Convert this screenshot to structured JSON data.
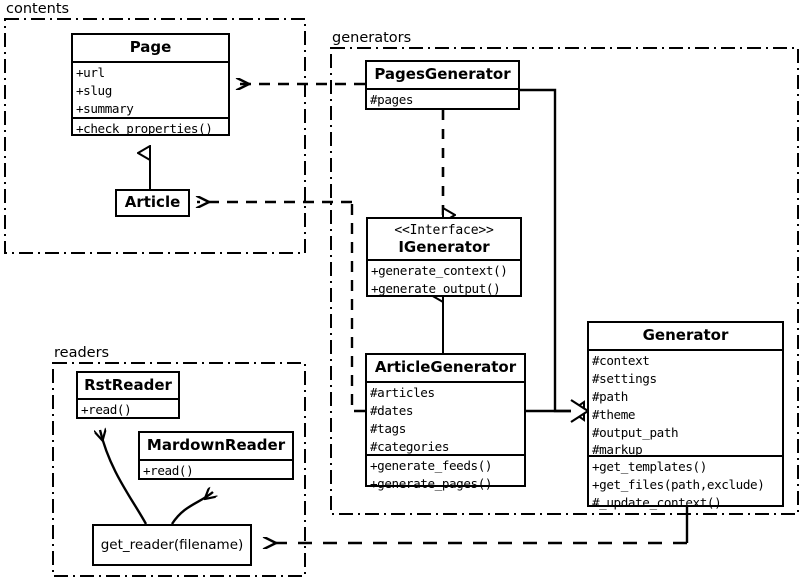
{
  "diagram": {
    "title": "Pelican architecture UML class diagram",
    "stroke_color": "#000000",
    "background_color": "#ffffff"
  },
  "packages": [
    {
      "id": "contents",
      "label": "contents"
    },
    {
      "id": "generators",
      "label": "generators"
    },
    {
      "id": "readers",
      "label": "readers"
    }
  ],
  "classes": {
    "page": {
      "name": "Page",
      "attributes": [
        "+url",
        "+slug",
        "+summary"
      ],
      "methods": [
        "+check_properties()"
      ]
    },
    "article": {
      "name": "Article",
      "attributes": [],
      "methods": []
    },
    "pages_generator": {
      "name": "PagesGenerator",
      "attributes": [
        "#pages"
      ],
      "methods": []
    },
    "igenerator": {
      "stereotype": "<<Interface>>",
      "name": "IGenerator",
      "attributes": [],
      "methods": [
        "+generate_context()",
        "+generate_output()"
      ]
    },
    "article_generator": {
      "name": "ArticleGenerator",
      "attributes": [
        "#articles",
        "#dates",
        "#tags",
        "#categories"
      ],
      "methods": [
        "+generate_feeds()",
        "+generate_pages()"
      ]
    },
    "generator": {
      "name": "Generator",
      "attributes": [
        "#context",
        "#settings",
        "#path",
        "#theme",
        "#output_path",
        "#markup"
      ],
      "methods": [
        "+get_templates()",
        "+get_files(path,exclude)",
        "#_update_context()"
      ]
    },
    "rst_reader": {
      "name": "RstReader",
      "attributes": [],
      "methods": [
        "+read()"
      ]
    },
    "mardown_reader": {
      "name": "MardownReader",
      "attributes": [],
      "methods": [
        "+read()"
      ]
    },
    "get_reader": {
      "name": "get_reader(filename)"
    }
  },
  "relationships": [
    {
      "id": "article-inherits-page",
      "type": "generalization",
      "from": "Article",
      "to": "Page"
    },
    {
      "id": "pagesgenerator-realizes-igenerator",
      "type": "realization",
      "from": "PagesGenerator",
      "to": "IGenerator"
    },
    {
      "id": "articlegenerator-inherits-igenerator",
      "type": "generalization",
      "from": "ArticleGenerator",
      "to": "IGenerator"
    },
    {
      "id": "pagesgenerator-inherits-generator",
      "type": "generalization",
      "from": "PagesGenerator",
      "to": "Generator"
    },
    {
      "id": "articlegenerator-inherits-generator",
      "type": "generalization",
      "from": "ArticleGenerator",
      "to": "Generator"
    },
    {
      "id": "pagesgenerator-uses-page",
      "type": "dependency",
      "from": "PagesGenerator",
      "to": "Page"
    },
    {
      "id": "articlegenerator-uses-article",
      "type": "dependency",
      "from": "ArticleGenerator",
      "to": "Article"
    },
    {
      "id": "generator-uses-get-reader",
      "type": "dependency",
      "from": "Generator",
      "to": "get_reader(filename)"
    },
    {
      "id": "get-reader-returns-rstreader",
      "type": "association",
      "from": "get_reader(filename)",
      "to": "RstReader"
    },
    {
      "id": "get-reader-returns-mardownreader",
      "type": "association",
      "from": "get_reader(filename)",
      "to": "MardownReader"
    }
  ]
}
